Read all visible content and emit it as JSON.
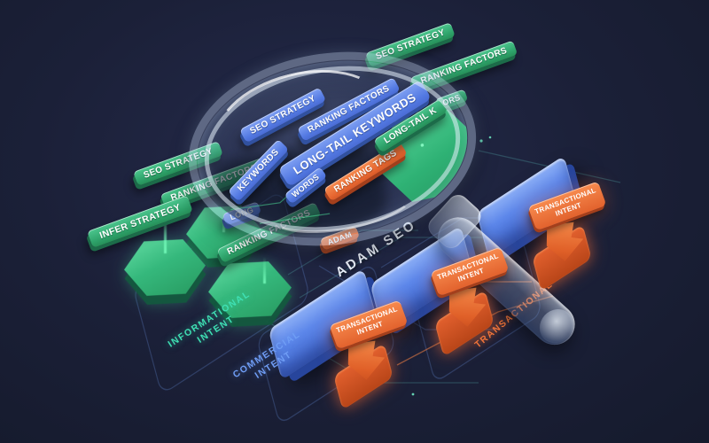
{
  "colors": {
    "background": "#1b2038",
    "green": "#2fae74",
    "blue": "#5b85e8",
    "orange": "#ee6f3d",
    "teal_text": "#3fe0b4",
    "blue_text": "#6f9df5",
    "orange_text": "#f0763c",
    "white_text": "#e9eef8"
  },
  "lens": {
    "tags": {
      "seo_strategy": "SEO STRATEGY",
      "ranking_factors": "RANKING FACTORS",
      "keywords": "KEYWORDS",
      "long_tail_keywords": "LONG-TAIL KEYWORDS",
      "words_fragment": "WORDS",
      "ranking_tags": "RANKING TAGS",
      "long_tail_fragment": "LONG-TAIL K"
    }
  },
  "left_tags": {
    "seo_strategy": "SEO STRATEGY",
    "ranking_factors_upper": "RANKING FACTORS",
    "infer_strategy": "INFER STRATEGY",
    "ranking_factors_lower": "RANKING FACTORS",
    "long_fragment_upper": "LONG",
    "long_fragment_lower": "LONG"
  },
  "top_right_tags": {
    "seo_strategy": "SEO STRATEGY",
    "ranking_factors": "RANKING FACTORS",
    "factors_fragment": "ORS"
  },
  "markers": {
    "intent_label": "TRANSACTIONAL INTENT",
    "adam_fragment": "ADAM"
  },
  "floor_labels": {
    "adam_seo": "ADAM SEO",
    "informational": "INFORMATIONAL INTENT",
    "commercial": "COMMERCIAL INTENT",
    "transactional": "TRANSACTIONAL"
  }
}
